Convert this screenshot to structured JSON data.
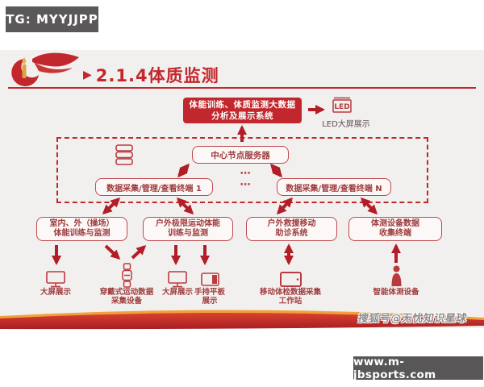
{
  "badges": {
    "tg": "TG: MYYJJPP",
    "site": "www.m-jbsports.com",
    "watermark": "搜狐号@无忧知识星球"
  },
  "header": {
    "marker": "▶",
    "title": "2.1.4体质监测"
  },
  "diagram": {
    "system_box": {
      "line1": "体能训练、体质监测大数据",
      "line2": "分析及展示系统"
    },
    "led": {
      "glyph": "LED",
      "label": "LED大屏展示",
      "icon": "led-screen-icon"
    },
    "server": {
      "label": "中心节点服务器",
      "icon": "database-icon"
    },
    "terminals": {
      "t1": "数据采集/管理/查看终端 1",
      "tn": "数据采集/管理/查看终端 N",
      "ellipsis": "⋯"
    },
    "function_boxes": [
      {
        "line1": "室内、外（操场）",
        "line2": "体能训练与监测"
      },
      {
        "line1": "户外极限运动体能",
        "line2": "训练与监测"
      },
      {
        "line1": "户外救援移动",
        "line2": "助诊系统"
      },
      {
        "line1": "体测设备数据",
        "line2": "收集终端"
      }
    ],
    "devices": [
      {
        "icon": "monitor-icon",
        "line1": "大屏展示",
        "line2": ""
      },
      {
        "icon": "wearable-band-icon",
        "line1": "穿戴式运动数据",
        "line2": "采集设备"
      },
      {
        "icon": "monitor-icon",
        "line1": "大屏展示",
        "line2": ""
      },
      {
        "icon": "tablet-icon",
        "line1": "手持平板",
        "line2": "展示"
      },
      {
        "icon": "mobile-workstation-icon",
        "line1": "移动体检数据采集",
        "line2": "工作站"
      },
      {
        "icon": "smart-body-test-icon",
        "line1": "智能体测设备",
        "line2": ""
      }
    ]
  },
  "colors": {
    "primary_red": "#c1272d",
    "arrow_red": "#b21e28",
    "banner_gray": "#5a5858",
    "slide_bg": "#f2f0ee",
    "wave_orange": "#f2a03a"
  }
}
